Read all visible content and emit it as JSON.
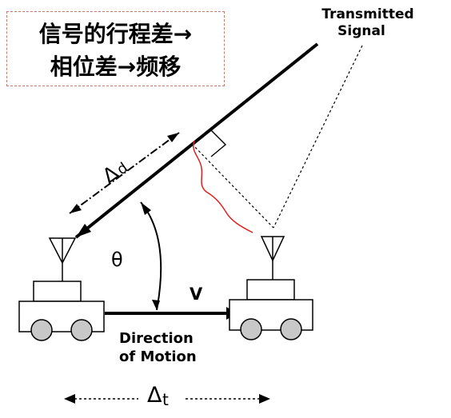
{
  "title_box": {
    "line1": "信号的行程差→",
    "line2": "相位差→频移"
  },
  "labels": {
    "transmitted_line1": "Transmitted",
    "transmitted_line2": "Signal",
    "delta_d_symbol": "Δ",
    "delta_d_sub": "d",
    "theta": "θ",
    "velocity": "V",
    "direction_line1": "Direction",
    "direction_line2": "of Motion",
    "delta_t_symbol": "Δ",
    "delta_t_sub": "t"
  },
  "colors": {
    "line": "#000000",
    "wheel": "#c8c8c8",
    "annotation": "#e02020",
    "title_border": "#c97a6f"
  }
}
